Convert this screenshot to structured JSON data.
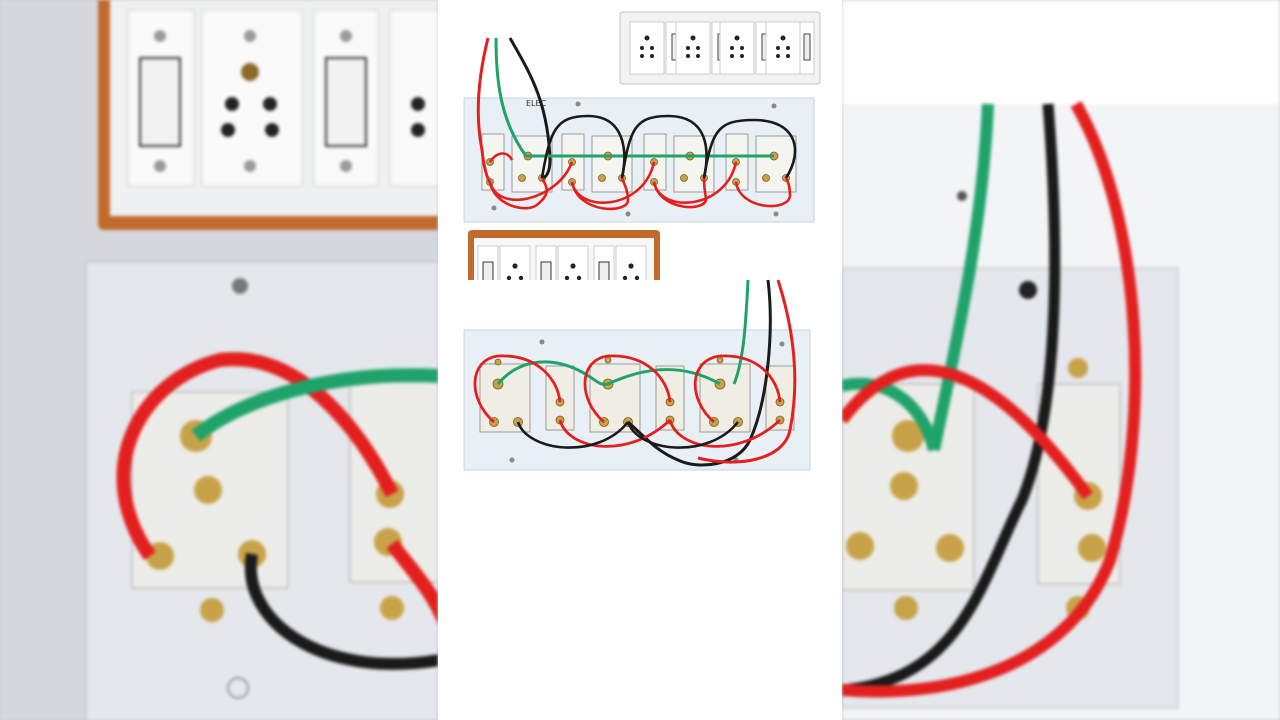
{
  "frame": {
    "background_color": "#c9ccd0",
    "center_panel_color": "#ffffff"
  },
  "photos": {
    "top_board_label": "ELEC",
    "top_small_board": {
      "sockets": 4,
      "switches": 4,
      "frame_color": "#ffffff"
    },
    "top_wired_board": {
      "sockets": 4,
      "switches": 4
    },
    "bottom_small_board": {
      "sockets": 3,
      "switches": 3,
      "frame_color": "#c26a2c"
    },
    "bottom_wired_board": {
      "sockets": 3,
      "switches": 3
    }
  },
  "wire_colors": {
    "phase": "#e3201f",
    "neutral": "#1a1a1a",
    "earth": "#1fa36b"
  },
  "icons": [
    "switch-icon",
    "socket-icon",
    "screw-icon"
  ]
}
